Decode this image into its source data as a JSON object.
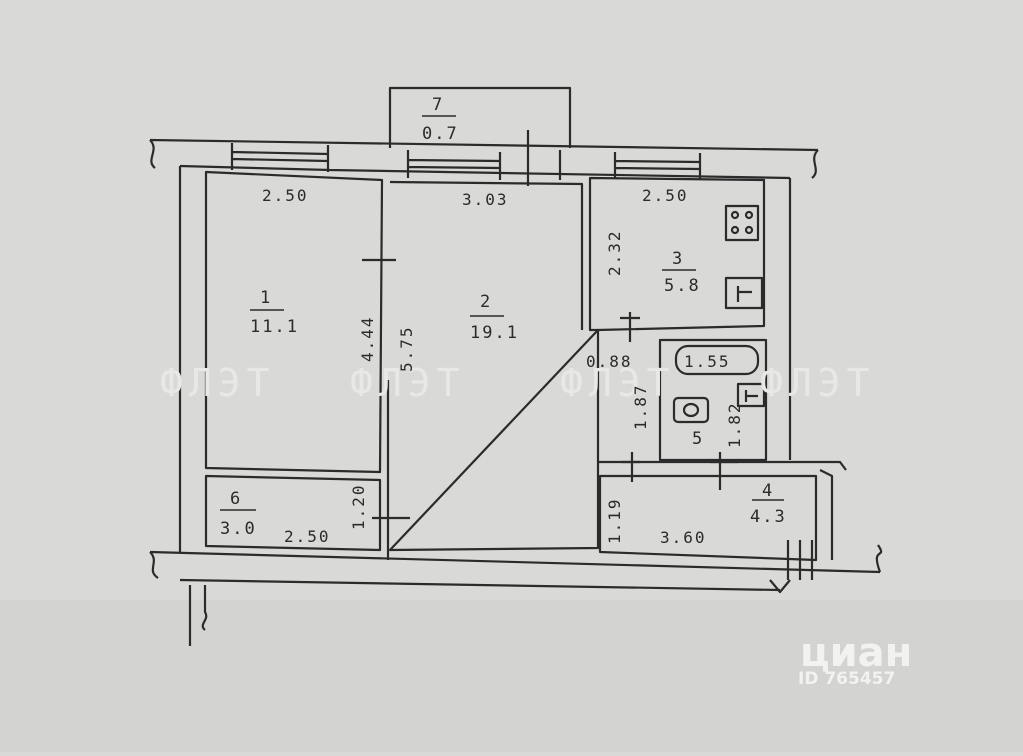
{
  "rooms": [
    {
      "id": "room-1",
      "number": "1",
      "area": "11.1"
    },
    {
      "id": "room-2",
      "number": "2",
      "area": "19.1"
    },
    {
      "id": "room-3",
      "number": "3",
      "area": "5.8"
    },
    {
      "id": "room-4",
      "number": "4",
      "area": "4.3"
    },
    {
      "id": "room-5",
      "number": "5",
      "area": ""
    },
    {
      "id": "room-6",
      "number": "6",
      "area": "3.0"
    },
    {
      "id": "room-7",
      "number": "7",
      "area": "0.7"
    }
  ],
  "dimensions": {
    "room1_width": "2.50",
    "room1_length": "4.44",
    "room2_width": "3.03",
    "room2_length": "5.75",
    "room3_width": "2.50",
    "room3_length": "2.32",
    "corridor_gap": "0.88",
    "corridor_length": "1.87",
    "room5_length": "1.82",
    "room4_depth": "1.19",
    "room4_width": "3.60",
    "room6_width": "2.50",
    "room6_depth": "1.20",
    "bathtub_length": "1.55"
  },
  "watermark": {
    "text": "ФЛЭТ",
    "brand": "циан",
    "listing_id": "ID 765457"
  },
  "colors": {
    "paper": "#d9d9d7",
    "line": "#2b2b2b",
    "watermark": "#e8e8e6"
  }
}
